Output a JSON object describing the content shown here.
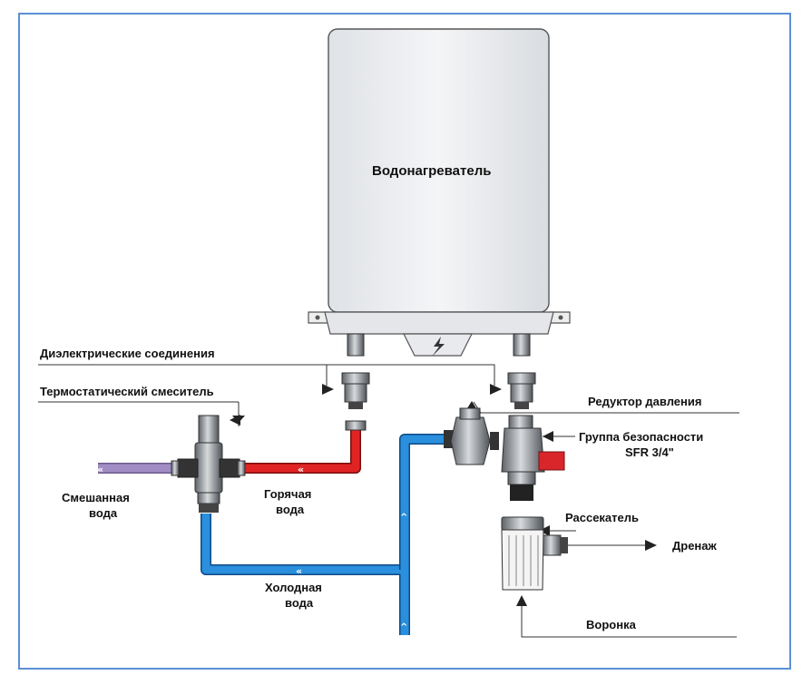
{
  "labels": {
    "heater": "Водонагреватель",
    "dielectric": "Диэлектрические соединения",
    "thermo_mixer": "Термостатический смеситель",
    "pressure_reducer": "Редуктор давления",
    "safety_group_line1": "Группа безопасности",
    "safety_group_line2": "SFR 3/4\"",
    "mixed_line1": "Смешанная",
    "mixed_line2": "вода",
    "hot_line1": "Горячая",
    "hot_line2": "вода",
    "cold_line1": "Холодная",
    "cold_line2": "вода",
    "splitter": "Рассекатель",
    "drain": "Дренаж",
    "funnel": "Воронка"
  },
  "colors": {
    "border": "#5b8fd6",
    "hot_pipe": "#e02424",
    "cold_pipe": "#2a8fdc",
    "mixed_pipe": "#a18dc4",
    "heater_fill": "#ebedf0",
    "metal": "#9aa0a6",
    "valve_red": "#d8262b"
  },
  "icons": {
    "electric": "lightning-icon"
  }
}
